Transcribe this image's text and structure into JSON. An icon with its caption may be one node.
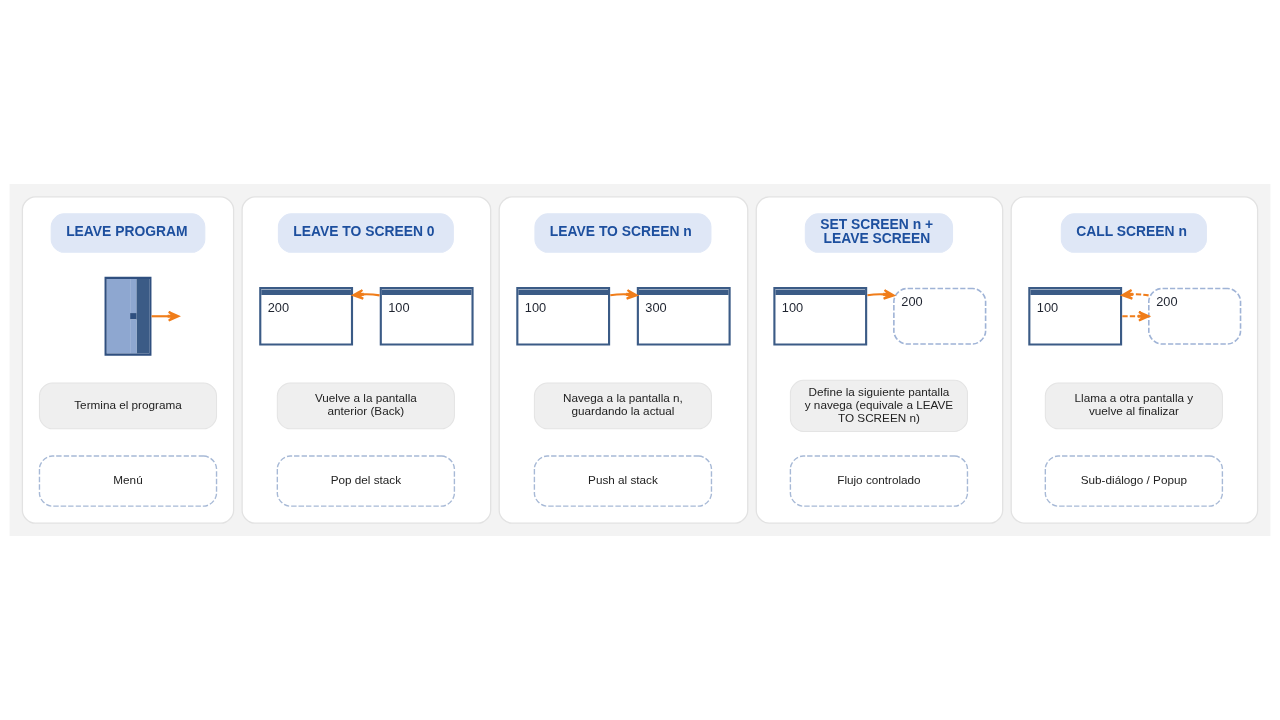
{
  "diagram": {
    "nodes": [
      {
        "text": [],
        "shape": "box"
      },
      {
        "text": [
          "LEAVE PROGRAM"
        ],
        "in": 0
      },
      {
        "text": [],
        "shape": "picture",
        "in": 0
      },
      {
        "text": [
          "Termina el programa"
        ],
        "in": 0
      },
      {
        "text": [
          "Menú"
        ],
        "in": 0
      },
      {
        "text": [],
        "shape": "box"
      },
      {
        "text": [
          "LEAVE TO SCREEN 0"
        ],
        "in": 5
      },
      {
        "text": [
          "200"
        ],
        "in": 5
      },
      {
        "text": [
          "100"
        ],
        "in": 5
      },
      {
        "text": [
          "Vuelve a la pantalla anterior (Back)"
        ],
        "in": 5
      },
      {
        "text": [
          "Pop del stack"
        ],
        "in": 5
      },
      {
        "text": [],
        "shape": "box"
      },
      {
        "text": [
          "LEAVE TO SCREEN n"
        ],
        "in": 11
      },
      {
        "text": [
          "100"
        ],
        "in": 11
      },
      {
        "text": [
          "300"
        ],
        "in": 11
      },
      {
        "text": [
          "Navega a la pantalla n, guardando la actual"
        ],
        "in": 11
      },
      {
        "text": [
          "Push al stack"
        ],
        "in": 11
      },
      {
        "text": [],
        "shape": "box"
      },
      {
        "text": [
          "SET SCREEN n + LEAVE SCREEN"
        ],
        "in": 17
      },
      {
        "text": [
          "100"
        ],
        "in": 17
      },
      {
        "text": [
          "200"
        ],
        "in": 17
      },
      {
        "text": [
          "Define la siguiente pantalla y navega (equivale a LEAVE TO SCREEN n)"
        ],
        "in": 17
      },
      {
        "text": [
          "Flujo controlado"
        ],
        "in": 17
      },
      {
        "text": [],
        "shape": "box"
      },
      {
        "text": [
          "CALL SCREEN n"
        ],
        "in": 23
      },
      {
        "text": [
          "100"
        ],
        "in": 23
      },
      {
        "text": [
          "200"
        ],
        "in": 23
      },
      {
        "text": [
          "Llama a otra pantalla y vuelve al finalizar"
        ],
        "in": 23
      },
      {
        "text": [
          "Sub-diálogo / Popup"
        ],
        "in": 23
      }
    ],
    "edges": [
      {
        "from": 2,
        "to": null,
        "arrow": "to"
      },
      {
        "from": 8,
        "to": 7,
        "arrow": "to"
      },
      {
        "from": 13,
        "to": 14,
        "arrow": "to"
      },
      {
        "from": 19,
        "to": 20,
        "arrow": "to"
      },
      {
        "from": 25,
        "to": 26,
        "arrow": "to",
        "style": "dashed"
      },
      {
        "from": 26,
        "to": 25,
        "arrow": "to",
        "style": "dashed"
      }
    ]
  }
}
